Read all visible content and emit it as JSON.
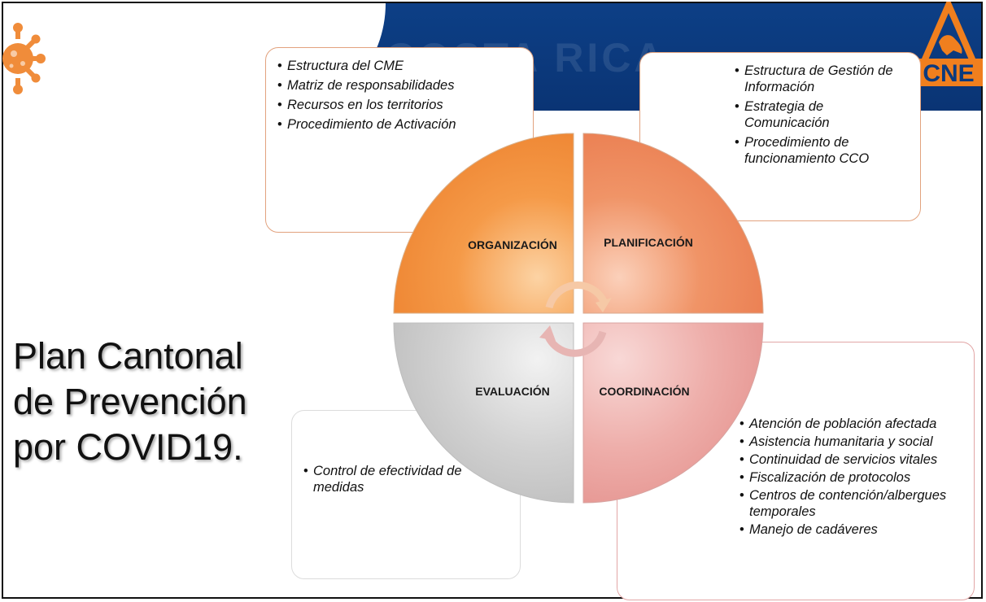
{
  "header": {
    "watermark_text": "COSTA RICA",
    "logo_text": "CNE"
  },
  "colors": {
    "banner": "#0b3a7e",
    "organizacion": "#f08c3a",
    "planificacion": "#ee8a5d",
    "evaluacion": "#c9c9c9",
    "coordinacion": "#eba6a2",
    "logo": "#f07f1e"
  },
  "icons": {
    "virus": "virus-icon",
    "logo": "cne-logo",
    "cycle": "cycle-arrows-icon"
  },
  "title": {
    "lines": [
      "Plan Cantonal",
      "de Prevención",
      "por COVID19."
    ]
  },
  "quadrants": {
    "organizacion": "ORGANIZACIÓN",
    "planificacion": "PLANIFICACIÓN",
    "evaluacion": "EVALUACIÓN",
    "coordinacion": "COORDINACIÓN"
  },
  "boxes": {
    "organizacion": [
      "Estructura del CME",
      "Matriz de responsabilidades",
      "Recursos en los territorios",
      "Procedimiento de Activación"
    ],
    "planificacion": [
      "Estructura de Gestión de Información",
      "Estrategia de Comunicación",
      "Procedimiento de funcionamiento CCO"
    ],
    "evaluacion": [
      "Control de efectividad de medidas"
    ],
    "coordinacion": [
      "Atención de población afectada",
      "Asistencia humanitaria y social",
      "Continuidad de servicios vitales",
      "Fiscalización de protocolos",
      "Centros de contención/albergues temporales",
      "Manejo de cadáveres"
    ]
  }
}
